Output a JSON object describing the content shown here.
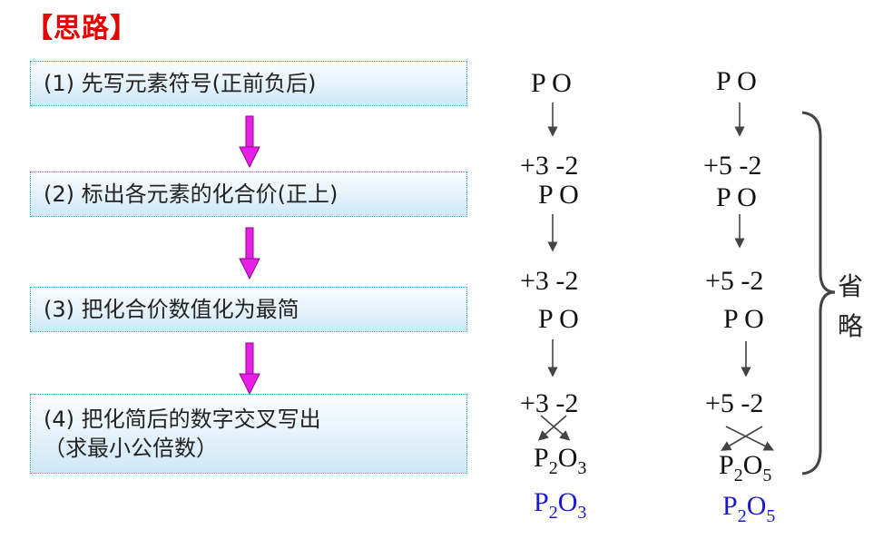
{
  "title": "【思路】",
  "steps": [
    {
      "line1": "(1) 先写元素符号(正前负后)",
      "line2": ""
    },
    {
      "line1": "(2) 标出各元素的化合价(正上)",
      "line2": ""
    },
    {
      "line1": "(3) 把化合价数值化为最简",
      "line2": ""
    },
    {
      "line1": "(4) 把化简后的数字交叉写出",
      "line2": "（求最小公倍数）"
    }
  ],
  "col1": {
    "row1": "P O",
    "val1": "+3 -2",
    "row2": "P O",
    "val2": "+3 -2",
    "row3": "P O",
    "val3": "+3 -2",
    "result": {
      "a": "P",
      "a_sub": "2",
      "b": "O",
      "b_sub": "3"
    },
    "final": {
      "a": "P",
      "a_sub": "2",
      "b": "O",
      "b_sub": "3"
    }
  },
  "col2": {
    "row1": "P O",
    "val1": "+5 -2",
    "row2": "P O",
    "val2": "+5 -2",
    "row3": "P O",
    "val3": "+5 -2",
    "result": {
      "a": "P",
      "a_sub": "2",
      "b": "O",
      "b_sub": "5"
    },
    "final": {
      "a": "P",
      "a_sub": "2",
      "b": "O",
      "b_sub": "5"
    }
  },
  "brace_label": {
    "c1": "省",
    "c2": "略"
  },
  "colors": {
    "title": "#e60000",
    "arrow": "#e61ee6",
    "final": "#1a1acc",
    "box_border": "#2aa8d8"
  }
}
